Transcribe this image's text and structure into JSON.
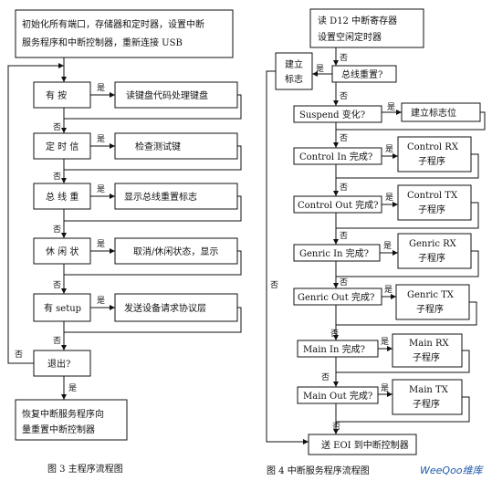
{
  "left": {
    "init": [
      "初始化所有端口，存储器和定时器，设置中断",
      "服务程序和中断控制器，重新连接 USB"
    ],
    "checks": [
      "有  按",
      "定 时 信",
      "总 线 重",
      "休 闲 状",
      "有  setup"
    ],
    "actions": [
      "读键盘代码处理键盘",
      "检查测试键",
      "显示总线重置标志",
      "取消/休闲状态，显示",
      "发送设备请求协议层"
    ],
    "exit": "退出?",
    "restore": [
      "恢复中断服务程序向",
      "量重置中断控制器"
    ],
    "yes": "是",
    "no": "否",
    "caption": "图 3   主程序流程图"
  },
  "right": {
    "start": [
      "读 D12 中断寄存器",
      "设置空闲定时器"
    ],
    "set_flag": [
      "建立",
      "标志"
    ],
    "bus_reset": "总线重置?",
    "suspend": "Suspend 变化?",
    "suspend_action": "建立标志位",
    "checks": [
      "Control In 完成?",
      "Control Out 完成?",
      "Genric In 完成?",
      "Genric Out 完成?",
      "Main In 完成?",
      "Main Out 完成?"
    ],
    "subs": [
      [
        "Control RX",
        "子程序"
      ],
      [
        "Control TX",
        "子程序"
      ],
      [
        "Genric RX",
        "子程序"
      ],
      [
        "Genric TX",
        "子程序"
      ],
      [
        "Main RX",
        "子程序"
      ],
      [
        "Main TX",
        "子程序"
      ]
    ],
    "end": "送 EOI 到中断控制器",
    "yes": "是",
    "no": "否",
    "caption": "图 4     中断服务程序流程图"
  },
  "watermark": {
    "text": "WeeQoo维库",
    "colors": [
      "#1e5aa8",
      "#e8262a"
    ]
  }
}
